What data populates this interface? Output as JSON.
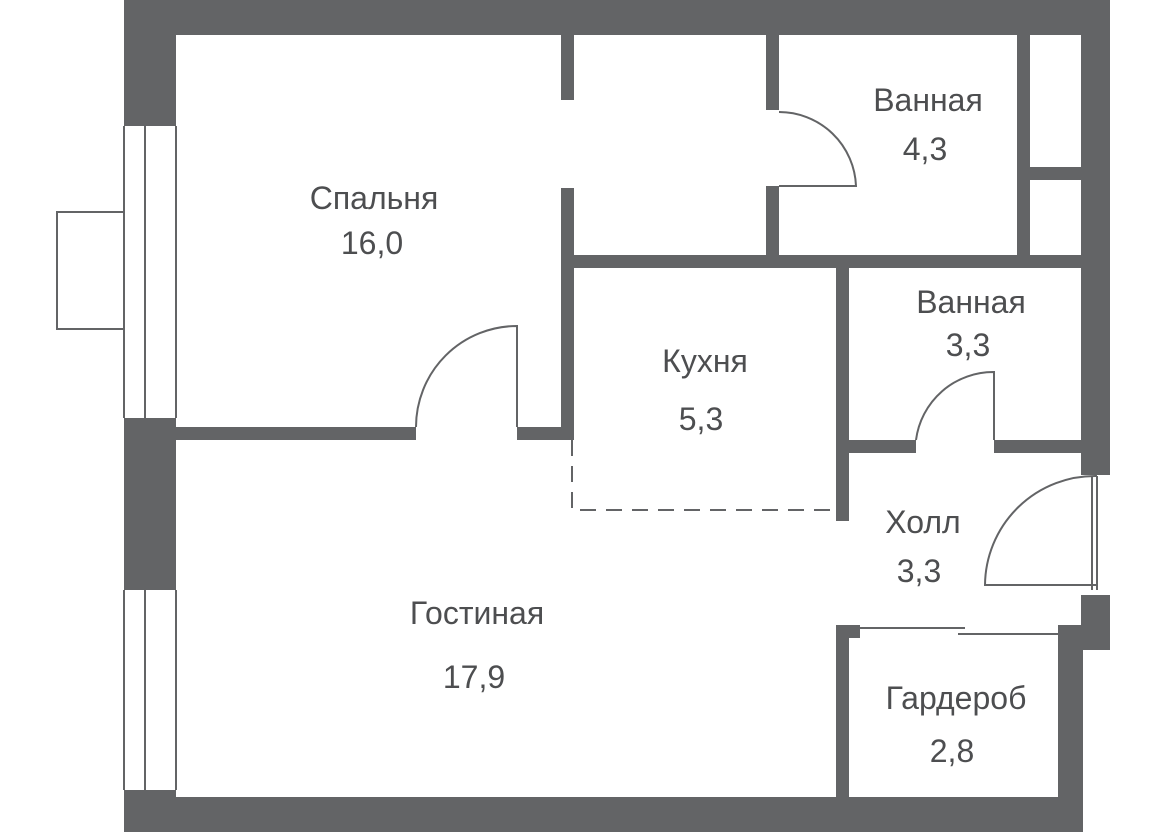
{
  "colors": {
    "wall": "#636466",
    "line": "#636466",
    "label": "#4d4e50",
    "background": "#ffffff"
  },
  "rooms": {
    "bedroom": {
      "name": "Спальня",
      "area": "16,0"
    },
    "bath1": {
      "name": "Ванная",
      "area": "4,3"
    },
    "bath2": {
      "name": "Ванная",
      "area": "3,3"
    },
    "kitchen": {
      "name": "Кухня",
      "area": "5,3"
    },
    "hall": {
      "name": "Холл",
      "area": "3,3"
    },
    "living": {
      "name": "Гостиная",
      "area": "17,9"
    },
    "wardrobe": {
      "name": "Гардероб",
      "area": "2,8"
    }
  }
}
